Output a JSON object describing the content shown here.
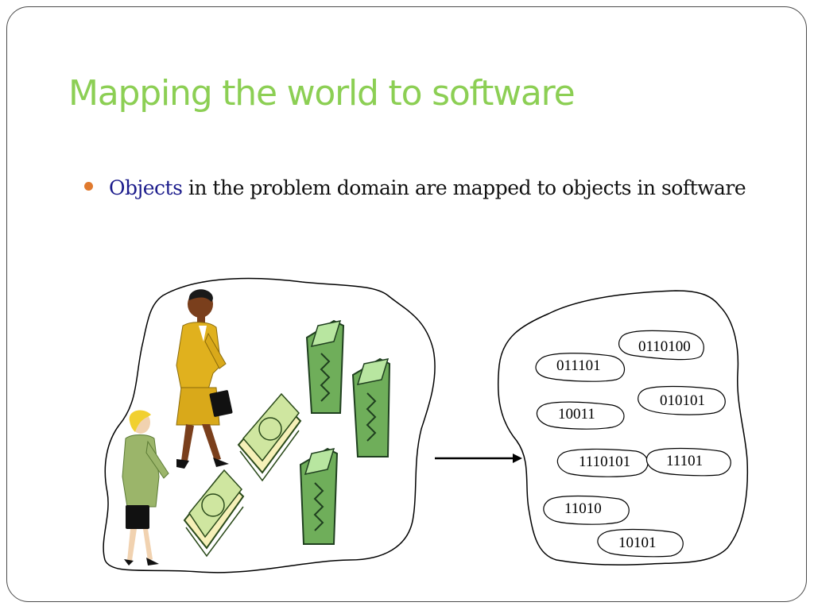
{
  "slide": {
    "title": "Mapping the world to software",
    "bullet": {
      "keyword": "Objects",
      "text": " in the problem domain are mapped to objects in software",
      "keyword_color": "#1c1c8c",
      "bullet_color": "#e07a2e"
    },
    "title_color": "#8ccf54"
  },
  "software_blob": {
    "binary_labels": [
      "0110100",
      "011101",
      "010101",
      "10011",
      "1110101",
      "11101",
      "11010",
      "10101"
    ]
  },
  "icons": [
    "businesswoman-icon",
    "businesswoman-blonde-icon",
    "money-stack-icon",
    "cash-bundle-icon",
    "mapping-arrow-icon"
  ]
}
